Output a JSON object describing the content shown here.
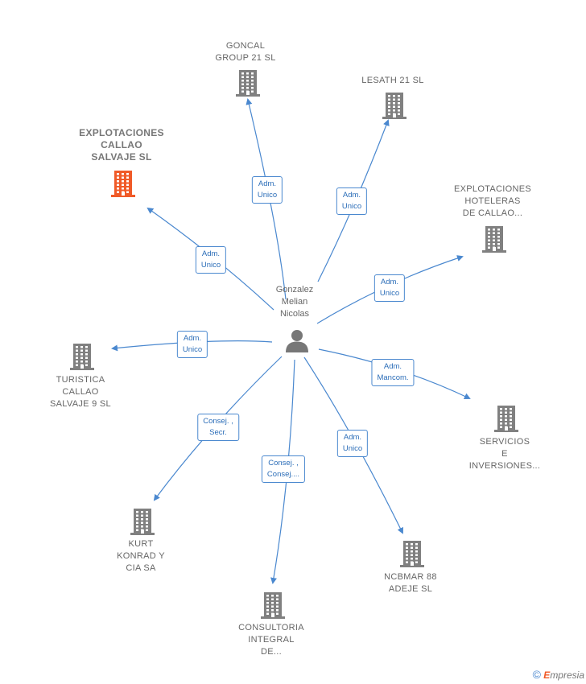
{
  "center": {
    "name": "Gonzalez\nMelian\nNicolas"
  },
  "nodes": [
    {
      "id": "goncal",
      "label": "GONCAL\nGROUP 21  SL",
      "highlight": false,
      "relation": "Adm.\nUnico"
    },
    {
      "id": "lesath",
      "label": "LESATH 21  SL",
      "highlight": false,
      "relation": "Adm.\nUnico"
    },
    {
      "id": "explotaciones-callao",
      "label": "EXPLOTACIONES\nCALLAO\nSALVAJE  SL",
      "highlight": true,
      "relation": "Adm.\nUnico"
    },
    {
      "id": "explotaciones-hoteleras",
      "label": "EXPLOTACIONES\nHOTELERAS\nDE CALLAO...",
      "highlight": false,
      "relation": "Adm.\nUnico"
    },
    {
      "id": "turistica",
      "label": "TURISTICA\nCALLAO\nSALVAJE 9  SL",
      "highlight": false,
      "relation": "Adm.\nUnico"
    },
    {
      "id": "servicios",
      "label": "SERVICIOS\nE\nINVERSIONES...",
      "highlight": false,
      "relation": "Adm.\nMancom."
    },
    {
      "id": "kurt",
      "label": "KURT\nKONRAD Y\nCIA SA",
      "highlight": false,
      "relation": "Consej. ,\nSecr."
    },
    {
      "id": "consultoria",
      "label": "CONSULTORIA\nINTEGRAL\nDE...",
      "highlight": false,
      "relation": "Consej. ,\nConsej...."
    },
    {
      "id": "ncbmar",
      "label": "NCBMAR 88\nADEJE SL",
      "highlight": false,
      "relation": "Adm.\nUnico"
    }
  ],
  "colors": {
    "edge": "#4a88cf",
    "building": "#808080",
    "highlight": "#f05a28"
  },
  "footer": {
    "copyright": "©",
    "brand_initial": "E",
    "brand_rest": "mpresia"
  }
}
